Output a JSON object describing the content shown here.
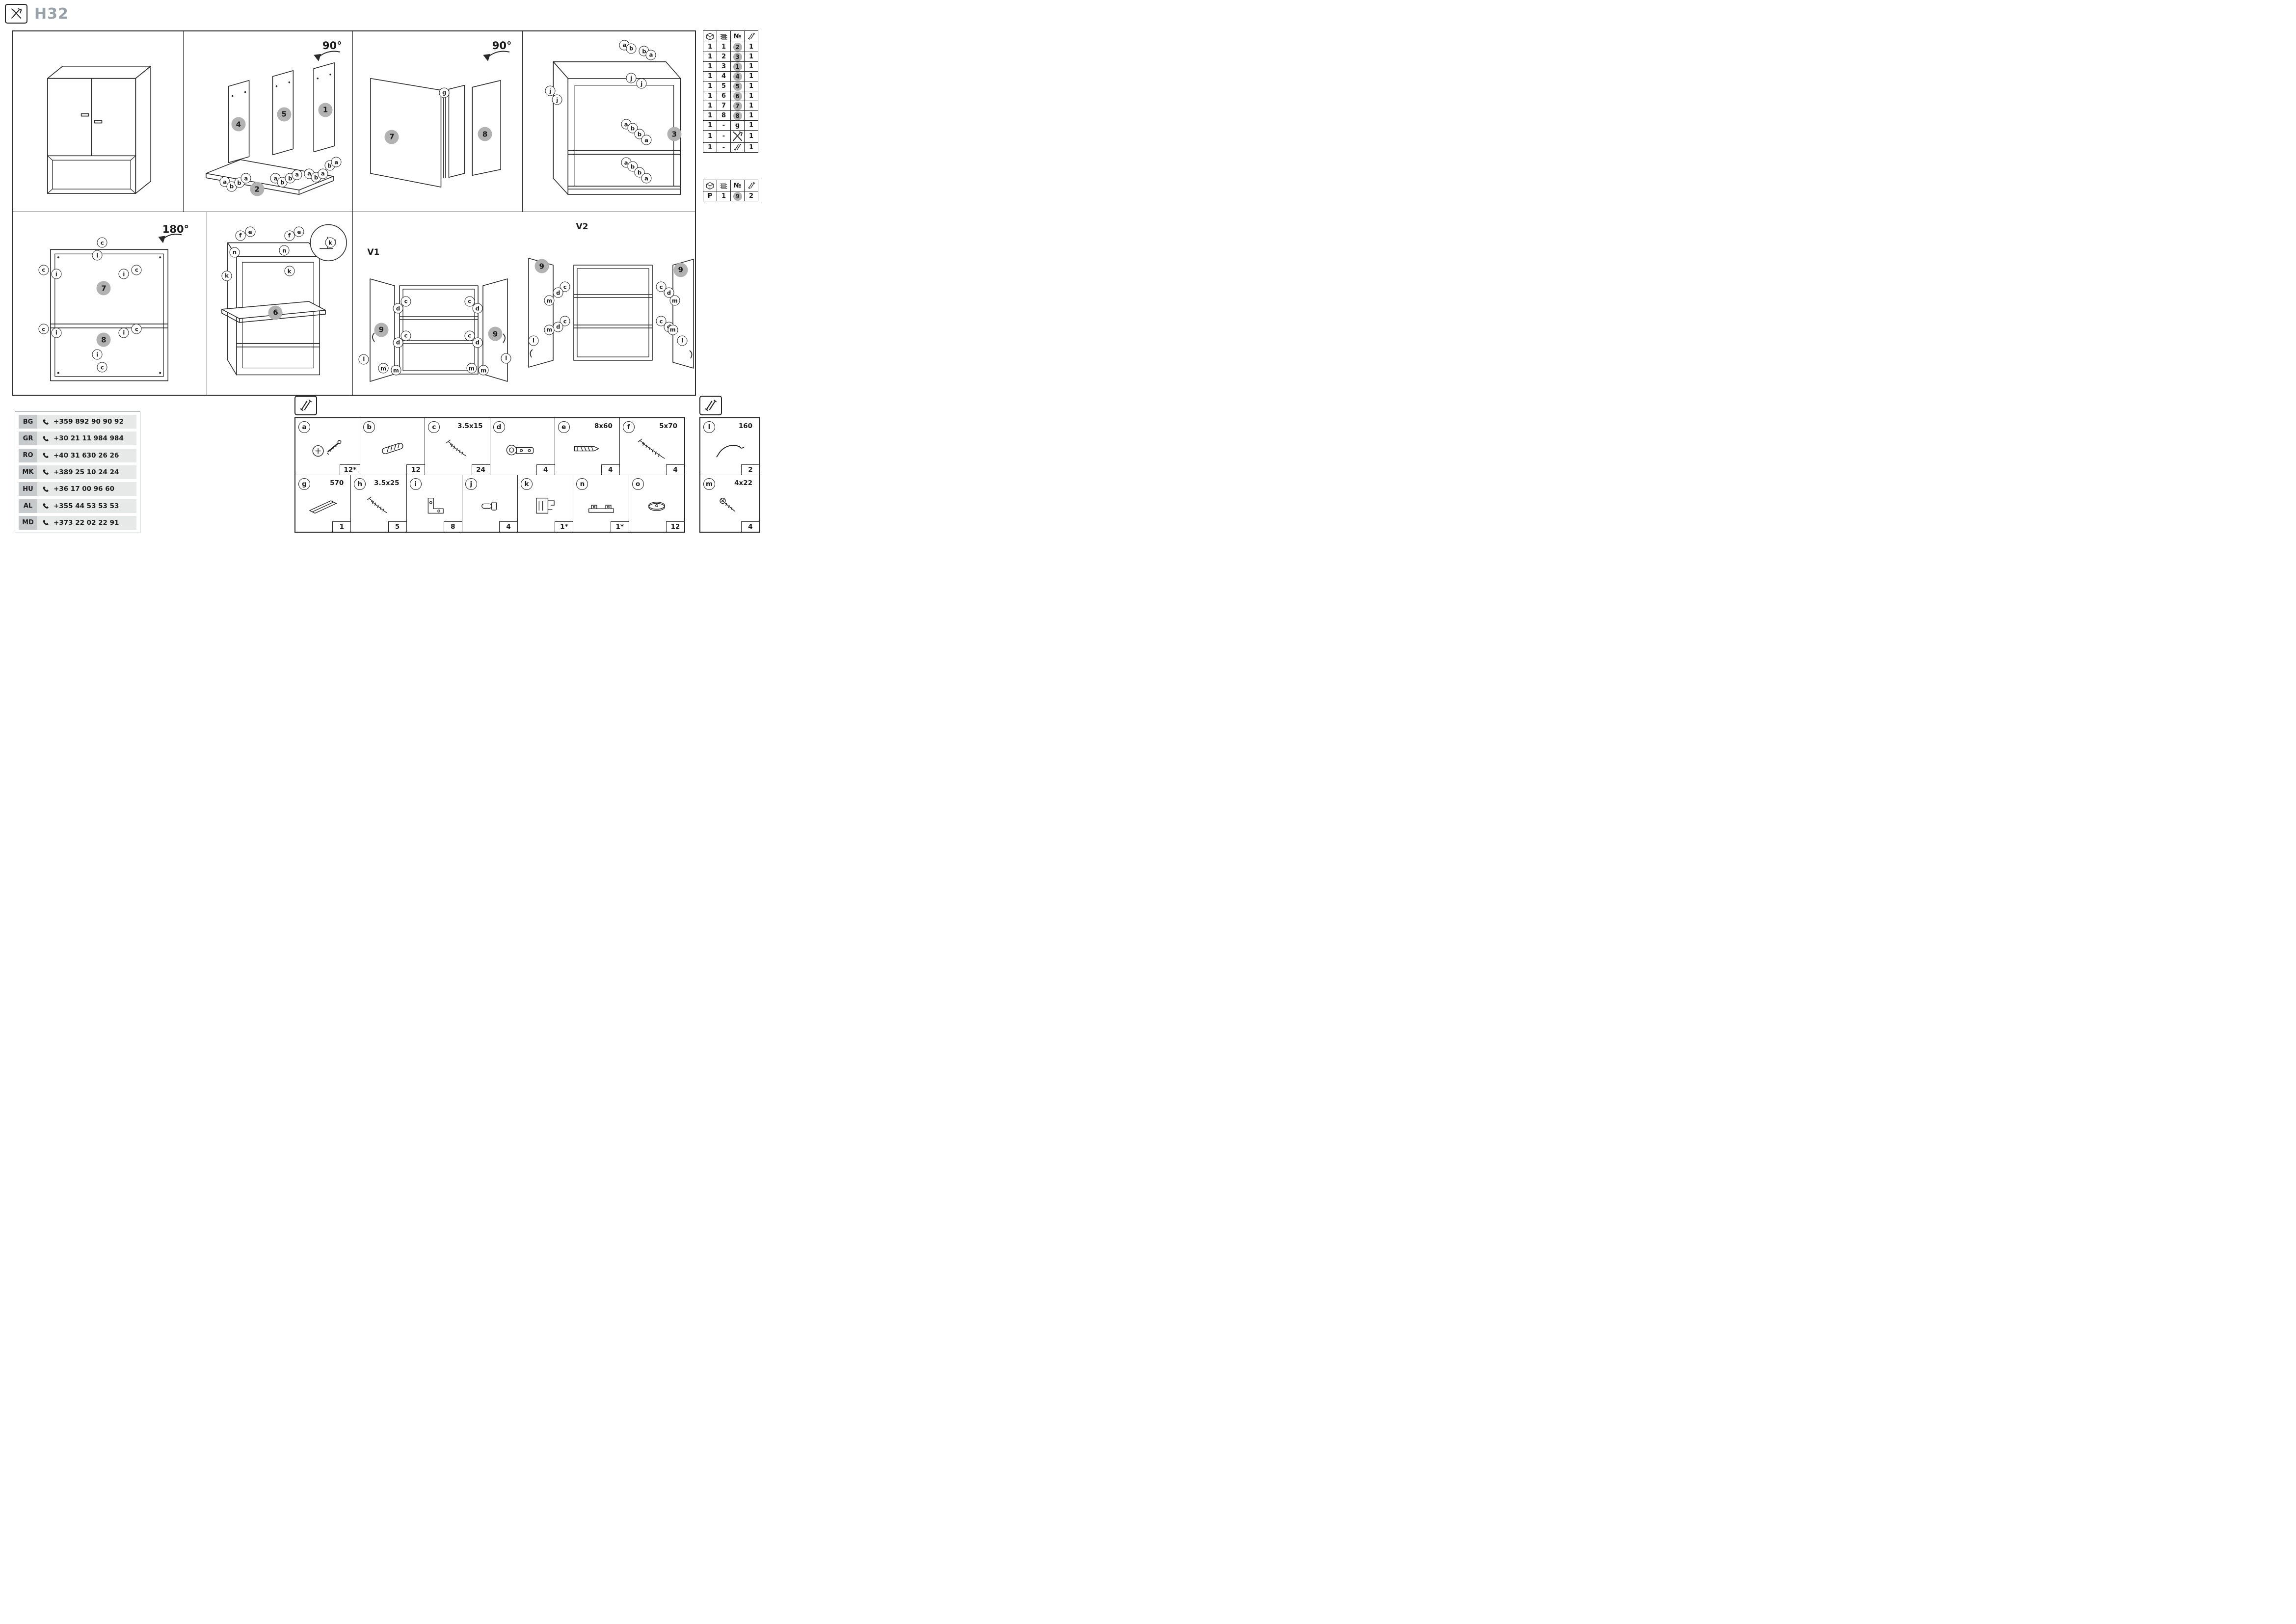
{
  "title": "H32",
  "icons": {
    "title_box": "tools-icon",
    "hardware_box": "screws-icon"
  },
  "panels": {
    "p1": {
      "markers": []
    },
    "p2": {
      "markers": [
        {
          "t": "90°",
          "k": "rot",
          "x": 88,
          "y": 8
        },
        {
          "t": "4",
          "k": "step",
          "x": 32.5,
          "y": 51.5
        },
        {
          "t": "5",
          "k": "step",
          "x": 59.5,
          "y": 46
        },
        {
          "t": "1",
          "k": "step",
          "x": 84,
          "y": 43.5
        },
        {
          "t": "2",
          "k": "step",
          "x": 43.5,
          "y": 87.5
        },
        {
          "t": "a",
          "k": "letter",
          "x": 24.5,
          "y": 83.5
        },
        {
          "t": "b",
          "k": "letter",
          "x": 28.5,
          "y": 86
        },
        {
          "t": "b",
          "k": "letter",
          "x": 33,
          "y": 84
        },
        {
          "t": "a",
          "k": "letter",
          "x": 37,
          "y": 81.5
        },
        {
          "t": "a",
          "k": "letter",
          "x": 54.5,
          "y": 81.5
        },
        {
          "t": "b",
          "k": "letter",
          "x": 58.5,
          "y": 83.7
        },
        {
          "t": "b",
          "k": "letter",
          "x": 63.2,
          "y": 81.5
        },
        {
          "t": "a",
          "k": "letter",
          "x": 67.2,
          "y": 79.5
        },
        {
          "t": "a",
          "k": "letter",
          "x": 74.5,
          "y": 79
        },
        {
          "t": "b",
          "k": "letter",
          "x": 78.5,
          "y": 81
        },
        {
          "t": "a",
          "k": "letter",
          "x": 82.5,
          "y": 79
        },
        {
          "t": "b",
          "k": "letter",
          "x": 86.5,
          "y": 74.5
        },
        {
          "t": "a",
          "k": "letter",
          "x": 90.5,
          "y": 72.5
        }
      ]
    },
    "p3": {
      "markers": [
        {
          "t": "90°",
          "k": "rot",
          "x": 88,
          "y": 8
        },
        {
          "t": "g",
          "k": "letter",
          "x": 54,
          "y": 34
        },
        {
          "t": "7",
          "k": "step",
          "x": 23,
          "y": 58.5
        },
        {
          "t": "8",
          "k": "step",
          "x": 78,
          "y": 57
        }
      ]
    },
    "p4": {
      "markers": [
        {
          "t": "a",
          "k": "letter",
          "x": 59,
          "y": 7.5
        },
        {
          "t": "b",
          "k": "letter",
          "x": 63,
          "y": 9.5
        },
        {
          "t": "b",
          "k": "letter",
          "x": 70.5,
          "y": 11
        },
        {
          "t": "a",
          "k": "letter",
          "x": 74.5,
          "y": 13
        },
        {
          "t": "j",
          "k": "letter",
          "x": 16,
          "y": 33
        },
        {
          "t": "j",
          "k": "letter",
          "x": 20,
          "y": 38
        },
        {
          "t": "j",
          "k": "letter",
          "x": 63,
          "y": 26
        },
        {
          "t": "j",
          "k": "letter",
          "x": 69,
          "y": 29
        },
        {
          "t": "a",
          "k": "letter",
          "x": 60,
          "y": 51.5
        },
        {
          "t": "b",
          "k": "letter",
          "x": 63.8,
          "y": 53.8
        },
        {
          "t": "b",
          "k": "letter",
          "x": 67.8,
          "y": 57
        },
        {
          "t": "a",
          "k": "letter",
          "x": 71.8,
          "y": 60.3
        },
        {
          "t": "3",
          "k": "step",
          "x": 88,
          "y": 57
        },
        {
          "t": "a",
          "k": "letter",
          "x": 60,
          "y": 72.8
        },
        {
          "t": "b",
          "k": "letter",
          "x": 63.8,
          "y": 75
        },
        {
          "t": "b",
          "k": "letter",
          "x": 67.8,
          "y": 78.3
        },
        {
          "t": "a",
          "k": "letter",
          "x": 71.8,
          "y": 81.5
        }
      ]
    },
    "p5": {
      "markers": [
        {
          "t": "180°",
          "k": "rot",
          "x": 84,
          "y": 9.5
        },
        {
          "t": "c",
          "k": "letter",
          "x": 46,
          "y": 16.7
        },
        {
          "t": "i",
          "k": "letter",
          "x": 43.5,
          "y": 23.7
        },
        {
          "t": "c",
          "k": "letter",
          "x": 15.7,
          "y": 31.7
        },
        {
          "t": "i",
          "k": "letter",
          "x": 22.3,
          "y": 33.9
        },
        {
          "t": "c",
          "k": "letter",
          "x": 63.8,
          "y": 31.7
        },
        {
          "t": "i",
          "k": "letter",
          "x": 57.2,
          "y": 33.9
        },
        {
          "t": "7",
          "k": "step",
          "x": 46.8,
          "y": 41.7
        },
        {
          "t": "c",
          "k": "letter",
          "x": 15.7,
          "y": 64
        },
        {
          "t": "i",
          "k": "letter",
          "x": 22.3,
          "y": 66
        },
        {
          "t": "c",
          "k": "letter",
          "x": 63.8,
          "y": 64
        },
        {
          "t": "i",
          "k": "letter",
          "x": 57.2,
          "y": 66
        },
        {
          "t": "8",
          "k": "step",
          "x": 46.8,
          "y": 70
        },
        {
          "t": "i",
          "k": "letter",
          "x": 43.5,
          "y": 78
        },
        {
          "t": "c",
          "k": "letter",
          "x": 46,
          "y": 85
        }
      ]
    },
    "p6": {
      "markers": [
        {
          "t": "f",
          "k": "letter",
          "x": 22.9,
          "y": 12.9
        },
        {
          "t": "e",
          "k": "letter",
          "x": 29.6,
          "y": 10.8
        },
        {
          "t": "f",
          "k": "letter",
          "x": 56.6,
          "y": 12.9
        },
        {
          "t": "e",
          "k": "letter",
          "x": 63.3,
          "y": 10.8
        },
        {
          "t": "n",
          "k": "letter",
          "x": 18.9,
          "y": 22
        },
        {
          "t": "n",
          "k": "letter",
          "x": 53.2,
          "y": 21
        },
        {
          "t": "k",
          "k": "letter",
          "x": 13.5,
          "y": 34.9
        },
        {
          "t": "k",
          "k": "letter",
          "x": 56.6,
          "y": 32.3
        },
        {
          "t": "6",
          "k": "step",
          "x": 47.1,
          "y": 55.1
        },
        {
          "t": "k",
          "k": "letter",
          "x": 84.8,
          "y": 16.7
        }
      ]
    },
    "p7": {
      "markers": [
        {
          "t": "V1",
          "k": "txt",
          "x": 6,
          "y": 22
        },
        {
          "t": "V2",
          "k": "txt",
          "x": 67,
          "y": 8
        },
        {
          "t": "9",
          "k": "step",
          "x": 8.3,
          "y": 64.5
        },
        {
          "t": "c",
          "k": "letter",
          "x": 15.5,
          "y": 48.9
        },
        {
          "t": "d",
          "k": "letter",
          "x": 13.2,
          "y": 52.7
        },
        {
          "t": "c",
          "k": "letter",
          "x": 15.5,
          "y": 67.7
        },
        {
          "t": "d",
          "k": "letter",
          "x": 13.2,
          "y": 71.5
        },
        {
          "t": "m",
          "k": "letter",
          "x": 8.9,
          "y": 85.5
        },
        {
          "t": "m",
          "k": "letter",
          "x": 12.6,
          "y": 86.6
        },
        {
          "t": "l",
          "k": "letter",
          "x": 3.2,
          "y": 80.6
        },
        {
          "t": "9",
          "k": "step",
          "x": 41.6,
          "y": 66.7
        },
        {
          "t": "c",
          "k": "letter",
          "x": 34.1,
          "y": 48.9
        },
        {
          "t": "d",
          "k": "letter",
          "x": 36.4,
          "y": 52.7
        },
        {
          "t": "c",
          "k": "letter",
          "x": 34.1,
          "y": 67.7
        },
        {
          "t": "d",
          "k": "letter",
          "x": 36.4,
          "y": 71.5
        },
        {
          "t": "m",
          "k": "letter",
          "x": 34.7,
          "y": 85.5
        },
        {
          "t": "m",
          "k": "letter",
          "x": 38.2,
          "y": 86.6
        },
        {
          "t": "l",
          "k": "letter",
          "x": 44.8,
          "y": 80.1
        },
        {
          "t": "9",
          "k": "step",
          "x": 55.2,
          "y": 29.6
        },
        {
          "t": "c",
          "k": "letter",
          "x": 62,
          "y": 40.9
        },
        {
          "t": "d",
          "k": "letter",
          "x": 60,
          "y": 44.1
        },
        {
          "t": "c",
          "k": "letter",
          "x": 62,
          "y": 59.7
        },
        {
          "t": "d",
          "k": "letter",
          "x": 60,
          "y": 62.9
        },
        {
          "t": "m",
          "k": "letter",
          "x": 57.4,
          "y": 48.4
        },
        {
          "t": "m",
          "k": "letter",
          "x": 57.4,
          "y": 64.5
        },
        {
          "t": "l",
          "k": "letter",
          "x": 52.8,
          "y": 70.4
        },
        {
          "t": "9",
          "k": "step",
          "x": 95.8,
          "y": 31.7
        },
        {
          "t": "c",
          "k": "letter",
          "x": 90.1,
          "y": 40.9
        },
        {
          "t": "d",
          "k": "letter",
          "x": 92.4,
          "y": 44.1
        },
        {
          "t": "c",
          "k": "letter",
          "x": 90.1,
          "y": 59.7
        },
        {
          "t": "d",
          "k": "letter",
          "x": 92.4,
          "y": 62.9
        },
        {
          "t": "m",
          "k": "letter",
          "x": 94.1,
          "y": 48.4
        },
        {
          "t": "m",
          "k": "letter",
          "x": 93.5,
          "y": 64.5
        },
        {
          "t": "l",
          "k": "letter",
          "x": 96.3,
          "y": 70.4
        }
      ]
    }
  },
  "inventory": {
    "headers": [
      {
        "icon": "package-icon"
      },
      {
        "icon": "panels-icon"
      },
      {
        "text": "№"
      },
      {
        "icon": "screws-icon"
      }
    ],
    "rows": [
      [
        {
          "text": "1"
        },
        {
          "text": "1"
        },
        {
          "circle": "2"
        },
        {
          "text": "1"
        }
      ],
      [
        {
          "text": "1"
        },
        {
          "text": "2"
        },
        {
          "circle": "3"
        },
        {
          "text": "1"
        }
      ],
      [
        {
          "text": "1"
        },
        {
          "text": "3"
        },
        {
          "circle": "1"
        },
        {
          "text": "1"
        }
      ],
      [
        {
          "text": "1"
        },
        {
          "text": "4"
        },
        {
          "circle": "4"
        },
        {
          "text": "1"
        }
      ],
      [
        {
          "text": "1"
        },
        {
          "text": "5"
        },
        {
          "circle": "5"
        },
        {
          "text": "1"
        }
      ],
      [
        {
          "text": "1"
        },
        {
          "text": "6"
        },
        {
          "circle": "6"
        },
        {
          "text": "1"
        }
      ],
      [
        {
          "text": "1"
        },
        {
          "text": "7"
        },
        {
          "circle": "7"
        },
        {
          "text": "1"
        }
      ],
      [
        {
          "text": "1"
        },
        {
          "text": "8"
        },
        {
          "circle": "8"
        },
        {
          "text": "1"
        }
      ],
      [
        {
          "text": "1"
        },
        {
          "text": "-"
        },
        {
          "text": "g"
        },
        {
          "text": "1"
        }
      ],
      [
        {
          "text": "1"
        },
        {
          "text": "-"
        },
        {
          "icon": "tools-icon"
        },
        {
          "text": "1"
        }
      ],
      [
        {
          "text": "1"
        },
        {
          "text": "-"
        },
        {
          "icon": "screws-icon"
        },
        {
          "text": "1"
        }
      ]
    ]
  },
  "inventory_p": {
    "headers": [
      {
        "icon": "package-icon"
      },
      {
        "icon": "panels-icon"
      },
      {
        "text": "№"
      },
      {
        "icon": "screws-icon"
      }
    ],
    "rows": [
      [
        {
          "text": "P"
        },
        {
          "text": "1"
        },
        {
          "circle": "9"
        },
        {
          "text": "2"
        }
      ]
    ]
  },
  "phones": [
    {
      "code": "BG",
      "number": "+359 892 90 90 92"
    },
    {
      "code": "GR",
      "number": "+30 21 11 984 984"
    },
    {
      "code": "RO",
      "number": "+40 31 630 26 26"
    },
    {
      "code": "MK",
      "number": "+389 25 10 24 24"
    },
    {
      "code": "HU",
      "number": "+36 17 00 96 60"
    },
    {
      "code": "AL",
      "number": "+355 44 53 53 53"
    },
    {
      "code": "MD",
      "number": "+373 22 02 22 91"
    }
  ],
  "hardware": {
    "rows": [
      [
        {
          "letter": "a",
          "size": "",
          "qty": "12*",
          "icon": "cam-bolt-icon"
        },
        {
          "letter": "b",
          "size": "",
          "qty": "12",
          "icon": "dowel-icon"
        },
        {
          "letter": "c",
          "size": "3.5x15",
          "qty": "24",
          "icon": "screw-icon"
        },
        {
          "letter": "d",
          "size": "",
          "qty": "4",
          "icon": "hinge-icon"
        },
        {
          "letter": "e",
          "size": "8x60",
          "qty": "4",
          "icon": "wall-plug-icon"
        },
        {
          "letter": "f",
          "size": "5x70",
          "qty": "4",
          "icon": "long-screw-icon"
        }
      ],
      [
        {
          "letter": "g",
          "size": "570",
          "qty": "1",
          "icon": "profile-icon"
        },
        {
          "letter": "h",
          "size": "3.5x25",
          "qty": "5",
          "icon": "screw-icon"
        },
        {
          "letter": "i",
          "size": "",
          "qty": "8",
          "icon": "bracket-icon"
        },
        {
          "letter": "j",
          "size": "",
          "qty": "4",
          "icon": "shelf-pin-icon"
        },
        {
          "letter": "k",
          "size": "",
          "qty": "1*",
          "icon": "hanger-icon"
        },
        {
          "letter": "n",
          "size": "",
          "qty": "1*",
          "icon": "rail-icon"
        },
        {
          "letter": "o",
          "size": "",
          "qty": "12",
          "icon": "cap-icon"
        }
      ]
    ]
  },
  "hardware_side": {
    "rows": [
      [
        {
          "letter": "l",
          "size": "160",
          "qty": "2",
          "icon": "handle-icon"
        }
      ],
      [
        {
          "letter": "m",
          "size": "4x22",
          "qty": "4",
          "icon": "small-screw-icon"
        }
      ]
    ]
  }
}
